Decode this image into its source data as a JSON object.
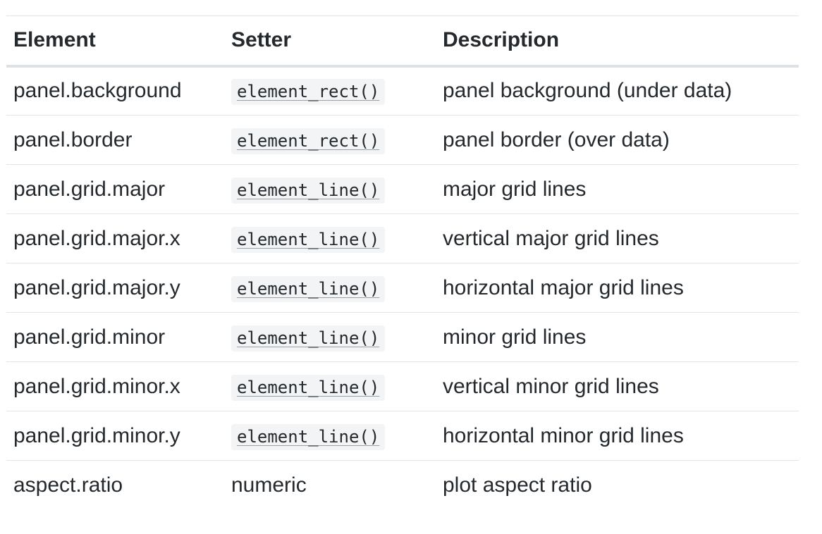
{
  "table": {
    "headers": [
      "Element",
      "Setter",
      "Description"
    ],
    "rows": [
      {
        "element": "panel.background",
        "setter": "element_rect()",
        "setter_is_code": true,
        "description": "panel background (under data)"
      },
      {
        "element": "panel.border",
        "setter": "element_rect()",
        "setter_is_code": true,
        "description": "panel border (over data)"
      },
      {
        "element": "panel.grid.major",
        "setter": "element_line()",
        "setter_is_code": true,
        "description": "major grid lines"
      },
      {
        "element": "panel.grid.major.x",
        "setter": "element_line()",
        "setter_is_code": true,
        "description": "vertical major grid lines"
      },
      {
        "element": "panel.grid.major.y",
        "setter": "element_line()",
        "setter_is_code": true,
        "description": "horizontal major grid lines"
      },
      {
        "element": "panel.grid.minor",
        "setter": "element_line()",
        "setter_is_code": true,
        "description": "minor grid lines"
      },
      {
        "element": "panel.grid.minor.x",
        "setter": "element_line()",
        "setter_is_code": true,
        "description": "vertical minor grid lines"
      },
      {
        "element": "panel.grid.minor.y",
        "setter": "element_line()",
        "setter_is_code": true,
        "description": "horizontal minor grid lines"
      },
      {
        "element": "aspect.ratio",
        "setter": "numeric",
        "setter_is_code": false,
        "description": "plot aspect ratio"
      }
    ]
  }
}
